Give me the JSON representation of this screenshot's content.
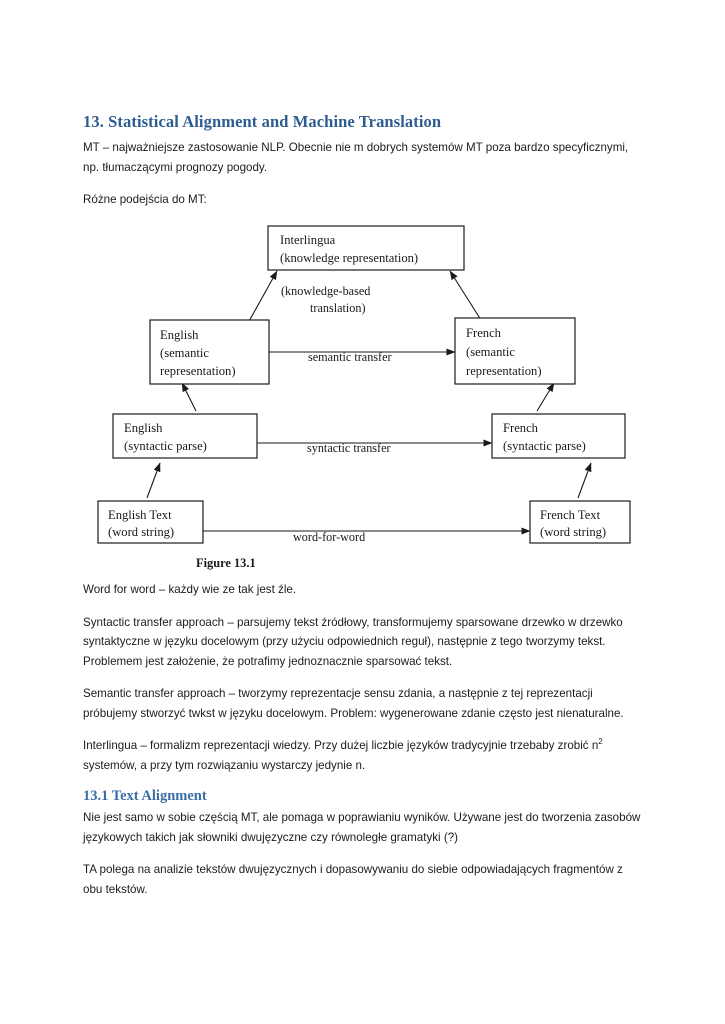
{
  "document": {
    "heading": "13. Statistical Alignment and Machine Translation",
    "intro_paragraph": "MT – najważniejsze zastosowanie NLP. Obecnie nie m dobrych systemów MT poza bardzo specyficznymi, np. tłumaczącymi prognozy pogody.",
    "approaches_lead": "Różne podejścia do MT:",
    "paragraphs": [
      "Word for word – każdy wie ze tak jest źle.",
      "Syntactic transfer approach – parsujemy tekst źródłowy, transformujemy sparsowane drzewko w drzewko syntaktyczne w języku docelowym (przy użyciu odpowiednich reguł), następnie z tego tworzymy tekst. Problemem jest założenie, że potrafimy jednoznacznie sparsować tekst.",
      "Semantic transfer approach – tworzymy reprezentacje sensu zdania, a następnie z tej reprezentacji próbujemy stworzyć twkst w języku docelowym. Problem: wygenerowane zdanie często jest nienaturalne."
    ],
    "interlingua_paragraph": {
      "before_sup": "Interlingua – formalizm reprezentacji wiedzy. Przy dużej liczbie języków tradycyjnie trzebaby zrobić n",
      "sup": "2",
      "after_sup": " systemów, a przy tym rozwiązaniu wystarczy jedynie n."
    },
    "section_heading": "13.1 Text Alignment",
    "section_paragraphs": [
      "Nie jest samo w sobie częścią MT, ale pomaga w poprawianiu wyników. Używane jest do tworzenia zasobów językowych takich jak słowniki dwujęzyczne czy równoległe gramatyki (?)",
      "TA polega na analizie tekstów dwujęzycznych i dopasowywaniu do siebie odpowiadających fragmentów z obu tekstów."
    ]
  },
  "figure": {
    "caption": "Figure 13.1",
    "boxes": {
      "interlingua_line1": "Interlingua",
      "interlingua_line2": "(knowledge    representation)",
      "english_semantic_line1": "English",
      "english_semantic_line2": "(semantic",
      "english_semantic_line3": "representation)",
      "french_semantic_line1": "French",
      "french_semantic_line2": "(semantic",
      "french_semantic_line3": "representation)",
      "english_syntactic_line1": "English",
      "english_syntactic_line2": "(syntactic  parse)",
      "french_syntactic_line1": "French",
      "french_syntactic_line2": "(syntactic parse)",
      "english_text_line1": "English Text",
      "english_text_line2": "(word  string)",
      "french_text_line1": "French Text",
      "french_text_line2": "(word  string)"
    },
    "edge_labels": {
      "knowledge_based_line1": "(knowledge-based",
      "knowledge_based_line2": "translation)",
      "semantic_transfer": "semantic  transfer",
      "syntactic_transfer": "syntactic    transfer",
      "word_for_word": "word-for-word"
    }
  },
  "colors": {
    "heading": "#2e5c8e",
    "subheading": "#3a6ea5",
    "body_text": "#1c1c1c",
    "figure_stroke": "#1a1a1a",
    "page_background": "#ffffff"
  }
}
